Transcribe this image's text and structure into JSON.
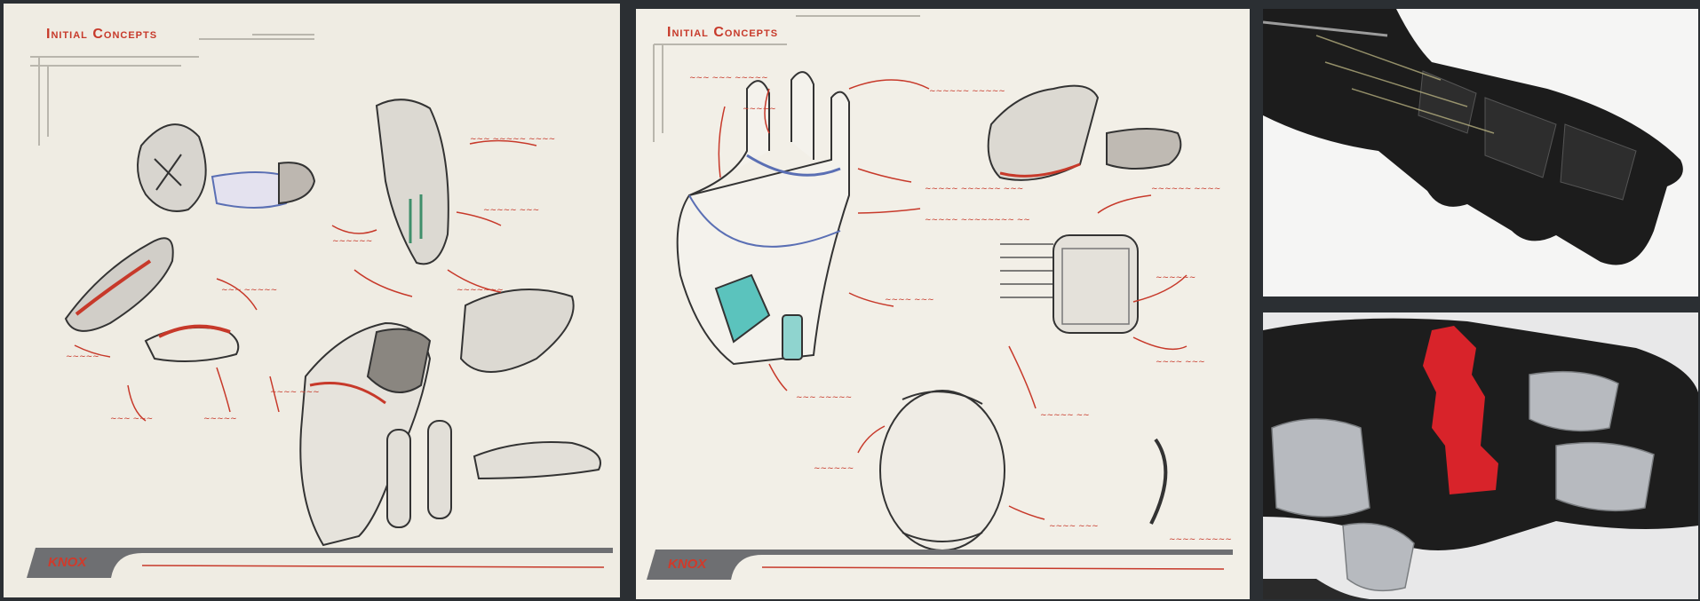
{
  "panels": {
    "left_sheet": {
      "title": "Initial Concepts",
      "logo": "KNOX"
    },
    "middle_sheet": {
      "title": "Initial Concepts",
      "logo": "KNOX"
    }
  },
  "colors": {
    "background": "#2b2f33",
    "paper": "#f1eee5",
    "ink_red": "#c7392a",
    "ink_blue": "#5a6fb4",
    "ink_teal": "#5bc3bd",
    "glove_black": "#1b1b1b",
    "glove_red": "#d8232a",
    "glove_silver": "#b9bcc0"
  },
  "icons": {
    "left_sheet": "glove-sketch-icon",
    "middle_sheet": "glove-palm-sketch-icon",
    "top_photo": "black-glove-photo-icon",
    "bottom_photo": "silver-red-glove-photo-icon"
  }
}
